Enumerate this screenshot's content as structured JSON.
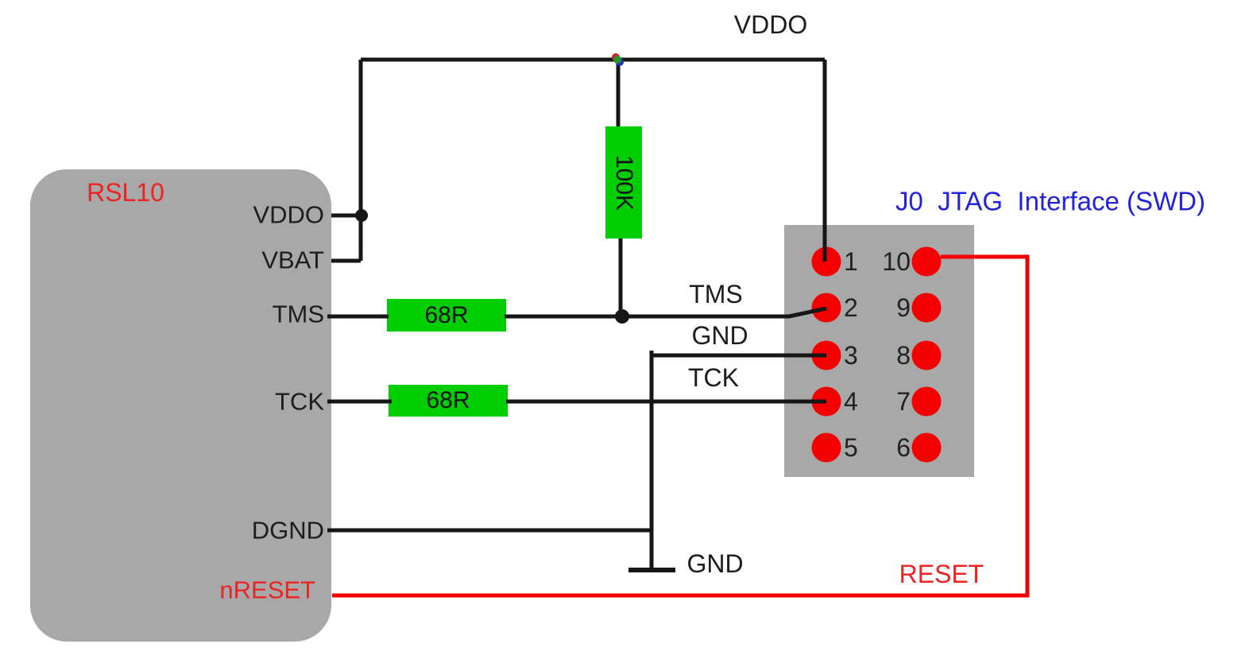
{
  "colors": {
    "background": "#ffffff",
    "chip_fill": "#a8a8a8",
    "connector_fill": "#a8a8a8",
    "resistor_fill": "#00ce00",
    "wire_black": "#161616",
    "wire_red": "#f20000",
    "pin_red": "#f40000",
    "text_black": "#1d1d1d",
    "text_red": "#ee2222",
    "text_blue": "#2222dd"
  },
  "chip": {
    "name": "RSL10",
    "pins": {
      "vddo": "VDDO",
      "vbat": "VBAT",
      "tms": "TMS",
      "tck": "TCK",
      "dgnd": "DGND",
      "nreset": "nRESET"
    }
  },
  "resistors": {
    "pullup": "100K",
    "tms_series": "68R",
    "tck_series": "68R"
  },
  "connector": {
    "title": "J0  JTAG  Interface (SWD)",
    "left_pin_numbers": [
      "1",
      "2",
      "3",
      "4",
      "5"
    ],
    "right_pin_numbers": [
      "10",
      "9",
      "8",
      "7",
      "6"
    ]
  },
  "net_labels": {
    "vddo_rail": "VDDO",
    "tms": "TMS",
    "gnd_pin3": "GND",
    "tck": "TCK",
    "gnd_symbol": "GND",
    "reset": "RESET"
  }
}
